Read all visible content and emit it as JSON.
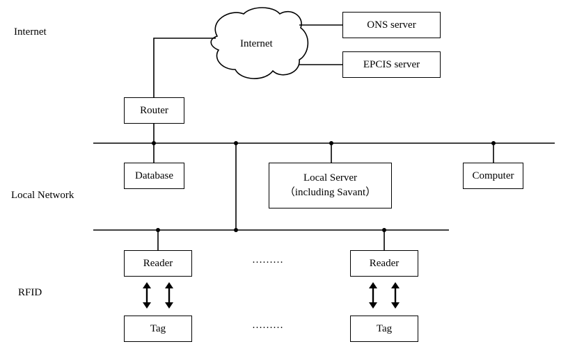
{
  "layers": {
    "internet": "Internet",
    "local_network": "Local Network",
    "rfid": "RFID"
  },
  "cloud": {
    "label": "Internet"
  },
  "servers": {
    "ons": "ONS server",
    "epcis": "EPCIS server"
  },
  "router": "Router",
  "database": "Database",
  "local_server": {
    "line1": "Local Server",
    "line2": "（including Savant）"
  },
  "computer": "Computer",
  "readers": [
    "Reader",
    "Reader"
  ],
  "tags": [
    "Tag",
    "Tag"
  ],
  "ellipsis": "………"
}
